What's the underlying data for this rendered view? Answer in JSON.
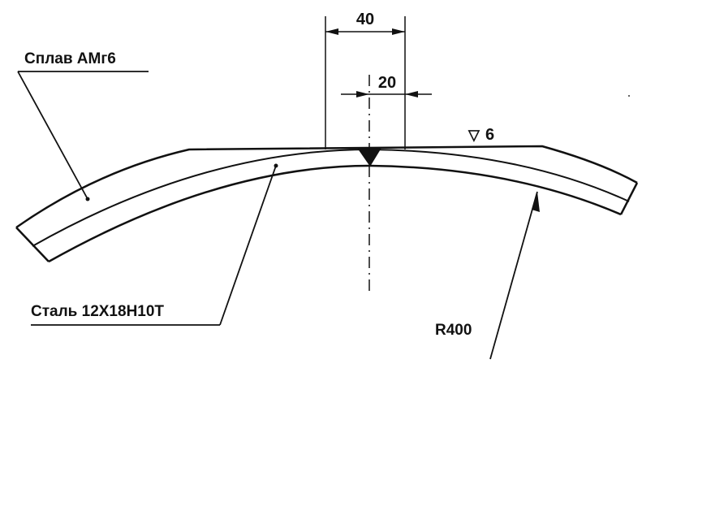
{
  "drawing": {
    "dimensions": {
      "width_top": "40",
      "width_root": "20",
      "radius": "R400"
    },
    "labels": {
      "top_material": "Сплав АМг6",
      "bottom_material": "Сталь 12Х18Н10Т"
    },
    "roughness": {
      "symbol": "▽",
      "value": "6"
    }
  }
}
